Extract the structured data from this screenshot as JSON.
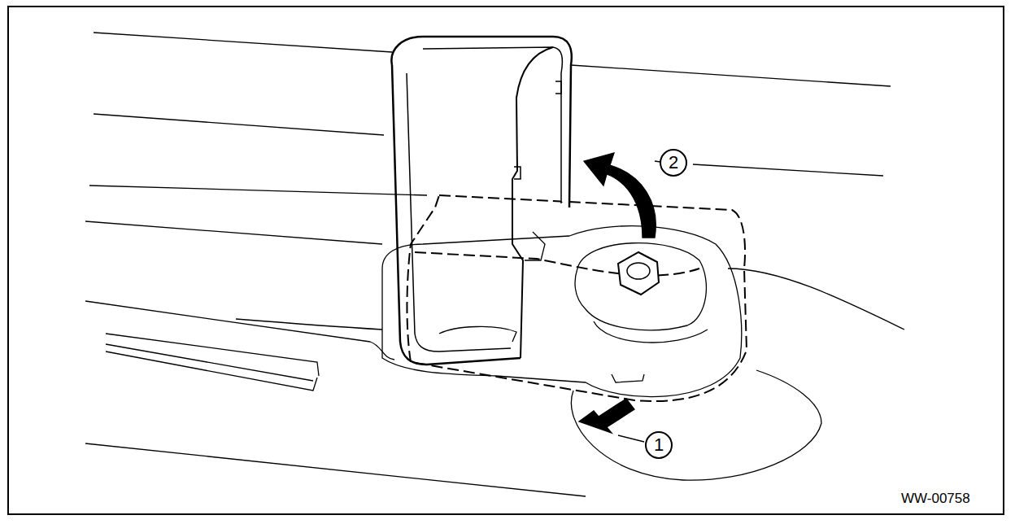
{
  "diagram": {
    "labels": [
      "2",
      "1",
      "WW-00758"
    ]
  }
}
